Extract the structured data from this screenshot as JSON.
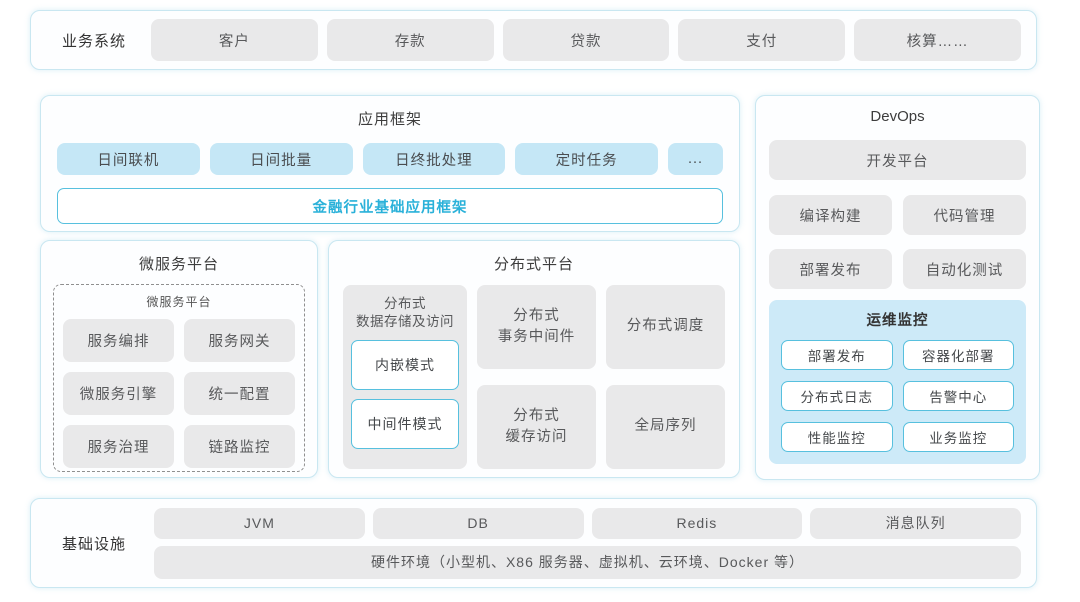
{
  "colors": {
    "panel_border": "#c9e7f1",
    "gray_box": "#e9e9ea",
    "blue_button": "#c5e7f6",
    "cyan_border": "#57c0de",
    "cyan_text": "#2ab1d9",
    "ops_panel_bg": "#cdeaf8"
  },
  "business": {
    "label": "业务系统",
    "items": [
      "客户",
      "存款",
      "贷款",
      "支付",
      "核算……"
    ]
  },
  "app_framework": {
    "title": "应用框架",
    "buttons": [
      "日间联机",
      "日间批量",
      "日终批处理",
      "定时任务",
      "..."
    ],
    "base": "金融行业基础应用框架"
  },
  "devops": {
    "title": "DevOps",
    "platform": "开发平台",
    "buttons": [
      "编译构建",
      "代码管理",
      "部署发布",
      "自动化测试"
    ],
    "ops": {
      "title": "运维监控",
      "items": [
        "部署发布",
        "容器化部署",
        "分布式日志",
        "告警中心",
        "性能监控",
        "业务监控"
      ]
    }
  },
  "microservice": {
    "title": "微服务平台",
    "inner_title": "微服务平台",
    "items": [
      "服务编排",
      "服务网关",
      "微服务引擎",
      "统一配置",
      "服务治理",
      "链路监控"
    ]
  },
  "distributed": {
    "title": "分布式平台",
    "storage": {
      "title": "分布式\n数据存储及访问",
      "modes": [
        "内嵌模式",
        "中间件模式"
      ]
    },
    "middle_column": [
      "分布式\n事务中间件",
      "分布式\n缓存访问"
    ],
    "right_column": [
      "分布式调度",
      "全局序列"
    ]
  },
  "infrastructure": {
    "label": "基础设施",
    "items": [
      "JVM",
      "DB",
      "Redis",
      "消息队列"
    ],
    "hardware": "硬件环境（小型机、X86 服务器、虚拟机、云环境、Docker 等）"
  }
}
